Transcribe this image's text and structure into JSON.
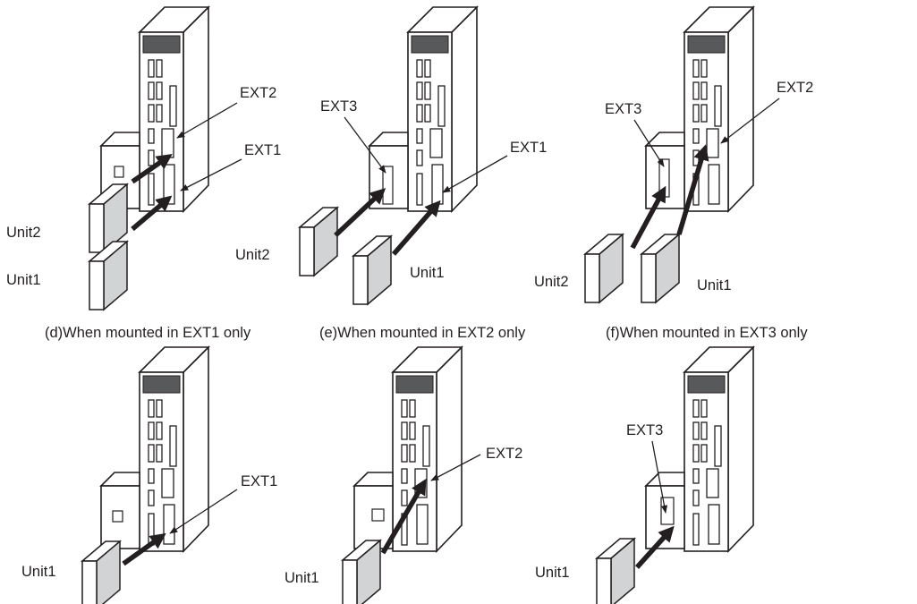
{
  "colors": {
    "line": "#231f20",
    "display": "#58595b",
    "unit_fill": "#d1d3d4",
    "background": "#ffffff"
  },
  "panels": [
    {
      "id": "top-1",
      "connector_labels": [
        "EXT2",
        "EXT1"
      ],
      "unit_labels": [
        "Unit2",
        "Unit1"
      ]
    },
    {
      "id": "top-2",
      "connector_labels": [
        "EXT3",
        "EXT1"
      ],
      "unit_labels": [
        "Unit2",
        "Unit1"
      ]
    },
    {
      "id": "top-3",
      "connector_labels": [
        "EXT3",
        "EXT2"
      ],
      "unit_labels": [
        "Unit2",
        "Unit1"
      ]
    },
    {
      "id": "d",
      "caption": "(d)When mounted in EXT1 only",
      "connector_labels": [
        "EXT1"
      ],
      "unit_labels": [
        "Unit1"
      ]
    },
    {
      "id": "e",
      "caption": "(e)When mounted in EXT2 only",
      "connector_labels": [
        "EXT2"
      ],
      "unit_labels": [
        "Unit1"
      ]
    },
    {
      "id": "f",
      "caption": "(f)When mounted in EXT3 only",
      "connector_labels": [
        "EXT3"
      ],
      "unit_labels": [
        "Unit1"
      ]
    }
  ]
}
